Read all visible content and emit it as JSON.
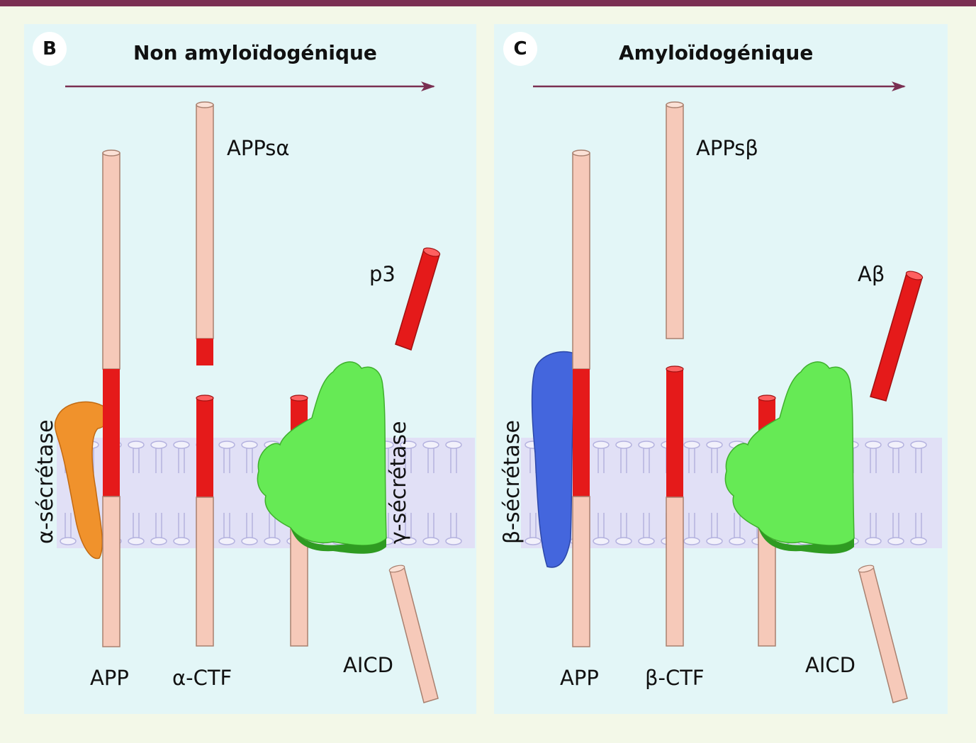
{
  "panel_b": {
    "badge": "B",
    "title": "Non amyloïdogénique",
    "labels": {
      "fragment_top": "APPsα",
      "peptide": "p3",
      "enzyme_left": "α-sécrétase",
      "enzyme_right": "γ-sécrétase",
      "bottom_1": "APP",
      "bottom_2": "α-CTF",
      "bottom_3": "AICD"
    }
  },
  "panel_c": {
    "badge": "C",
    "title": "Amyloïdogénique",
    "labels": {
      "fragment_top": "APPsβ",
      "peptide": "Aβ",
      "enzyme_left": "β-sécrétase",
      "bottom_1": "APP",
      "bottom_2": "β-CTF",
      "bottom_3": "AICD"
    }
  },
  "colors": {
    "frame": "#7a2f52",
    "background": "#f3f8e8",
    "panel": "#e3f6f7",
    "membrane": "#e1e0f6",
    "app_light": "#f6c9b9",
    "abeta_red": "#e51a1a",
    "alpha_secretase": "#f0922c",
    "beta_secretase": "#4466dd",
    "gamma_secretase": "#66ea55",
    "arrow": "#7a2f52"
  }
}
